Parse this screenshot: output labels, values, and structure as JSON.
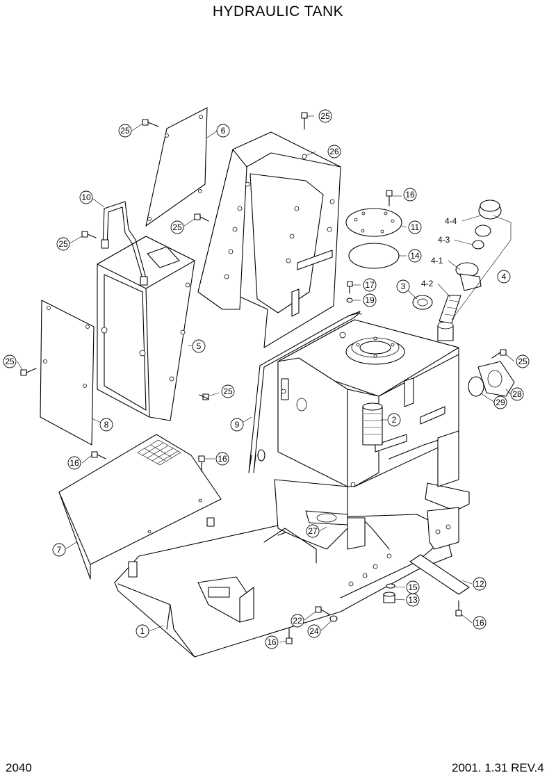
{
  "title": "HYDRAULIC TANK",
  "footer": {
    "page_number": "2040",
    "revision": "2001. 1.31 REV.4"
  },
  "callouts": {
    "c1": "1",
    "c2": "2",
    "c3": "3",
    "c4": "4",
    "c4_1": "4-1",
    "c4_2": "4-2",
    "c4_3": "4-3",
    "c4_4": "4-4",
    "c5": "5",
    "c6": "6",
    "c7": "7",
    "c8": "8",
    "c9": "9",
    "c10": "10",
    "c11": "11",
    "c12": "12",
    "c13": "13",
    "c14": "14",
    "c15": "15",
    "c16a": "16",
    "c16b": "16",
    "c16c": "16",
    "c16d": "16",
    "c16e": "16",
    "c17": "17",
    "c19": "19",
    "c22": "22",
    "c24": "24",
    "c25a": "25",
    "c25b": "25",
    "c25c": "25",
    "c25d": "25",
    "c25e": "25",
    "c25f": "25",
    "c25g": "25",
    "c26": "26",
    "c27": "27",
    "c28": "28",
    "c29": "29"
  }
}
